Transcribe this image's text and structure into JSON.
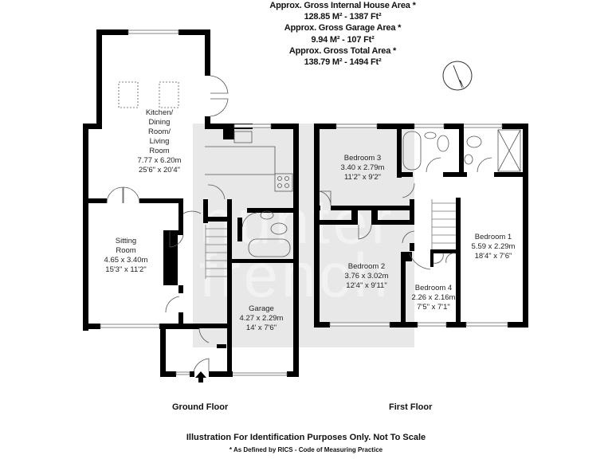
{
  "header": {
    "house_area_label": "Approx. Gross Internal House Area *",
    "house_area_value": "128.85 M² - 1387 Ft²",
    "garage_area_label": "Approx. Gross Garage Area *",
    "garage_area_value": "9.94 M² - 107 Ft²",
    "total_area_label": "Approx. Gross Total Area *",
    "total_area_value": "138.79 M² - 1494 Ft²"
  },
  "compass": {
    "icon": "north-arrow-compass-icon"
  },
  "watermark": {
    "text_line1": "hunter",
    "text_line2": "french",
    "color": "#e6e6e6"
  },
  "colors": {
    "wall": "#000000",
    "backdrop": "#e8e8e8",
    "text": "#222222"
  },
  "ground_floor": {
    "title": "Ground Floor",
    "rooms": [
      {
        "name_l1": "Kitchen/",
        "name_l2": "Dining",
        "name_l3": "Room/",
        "name_l4": "Living",
        "name_l5": "Room",
        "metric": "7.77 x 6.20m",
        "imperial": "25'6\" x 20'4\""
      },
      {
        "name_l1": "Sitting",
        "name_l2": "Room",
        "metric": "4.65 x 3.40m",
        "imperial": "15'3\" x 11'2\""
      },
      {
        "name": "Garage",
        "metric": "4.27 x 2.29m",
        "imperial": "14' x 7'6\""
      }
    ]
  },
  "first_floor": {
    "title": "First Floor",
    "rooms": [
      {
        "name": "Bedroom 3",
        "metric": "3.40 x 2.79m",
        "imperial": "11'2\" x 9'2\""
      },
      {
        "name": "Bedroom 2",
        "metric": "3.76 x 3.02m",
        "imperial": "12'4\" x 9'11\""
      },
      {
        "name": "Bedroom 4",
        "metric": "2.26 x 2.16m",
        "imperial": "7'5\" x 7'1\""
      },
      {
        "name": "Bedroom 1",
        "metric": "5.59 x 2.29m",
        "imperial": "18'4\" x 7'6\""
      }
    ]
  },
  "footer": {
    "disclaimer": "Illustration For Identification Purposes Only. Not To Scale",
    "rics_note": "* As Defined by RICS - Code of Measuring Practice"
  }
}
